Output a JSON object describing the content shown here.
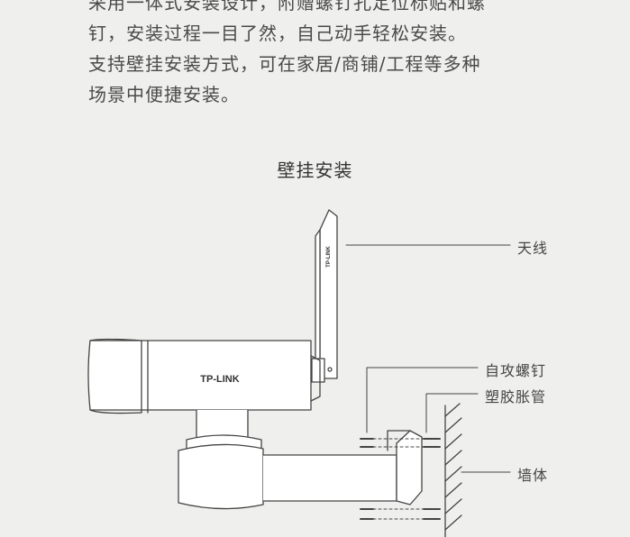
{
  "intro_lines": [
    "采用一体式安装设计，附赠螺钉孔定位标贴和螺",
    "钉，安装过程一目了然，自己动手轻松安装。",
    "支持壁挂安装方式，可在家居/商铺/工程等多种",
    "场景中便捷安装。"
  ],
  "section_title": "壁挂安装",
  "labels": {
    "antenna": "天线",
    "screw": "自攻螺钉",
    "anchor": "塑胶胀管",
    "wall": "墙体"
  },
  "brand": {
    "camera_logo": "TP-LINK",
    "antenna_logo": "TP-LINK"
  },
  "colors": {
    "background": "#efefed",
    "line": "#444444",
    "body_fill": "#ffffff"
  }
}
